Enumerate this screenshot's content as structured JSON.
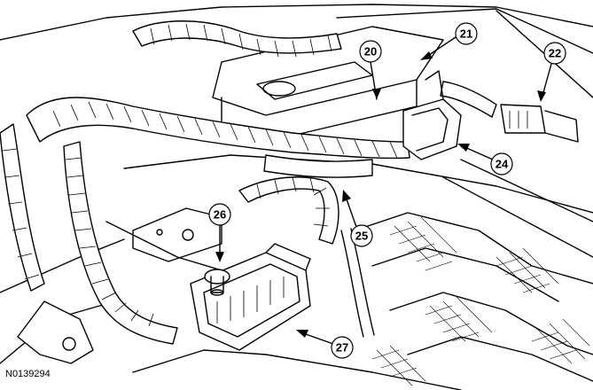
{
  "figure": {
    "id": "N0139294"
  },
  "callouts": [
    {
      "label": "20"
    },
    {
      "label": "21"
    },
    {
      "label": "22"
    },
    {
      "label": "24"
    },
    {
      "label": "25"
    },
    {
      "label": "26"
    },
    {
      "label": "27"
    }
  ]
}
